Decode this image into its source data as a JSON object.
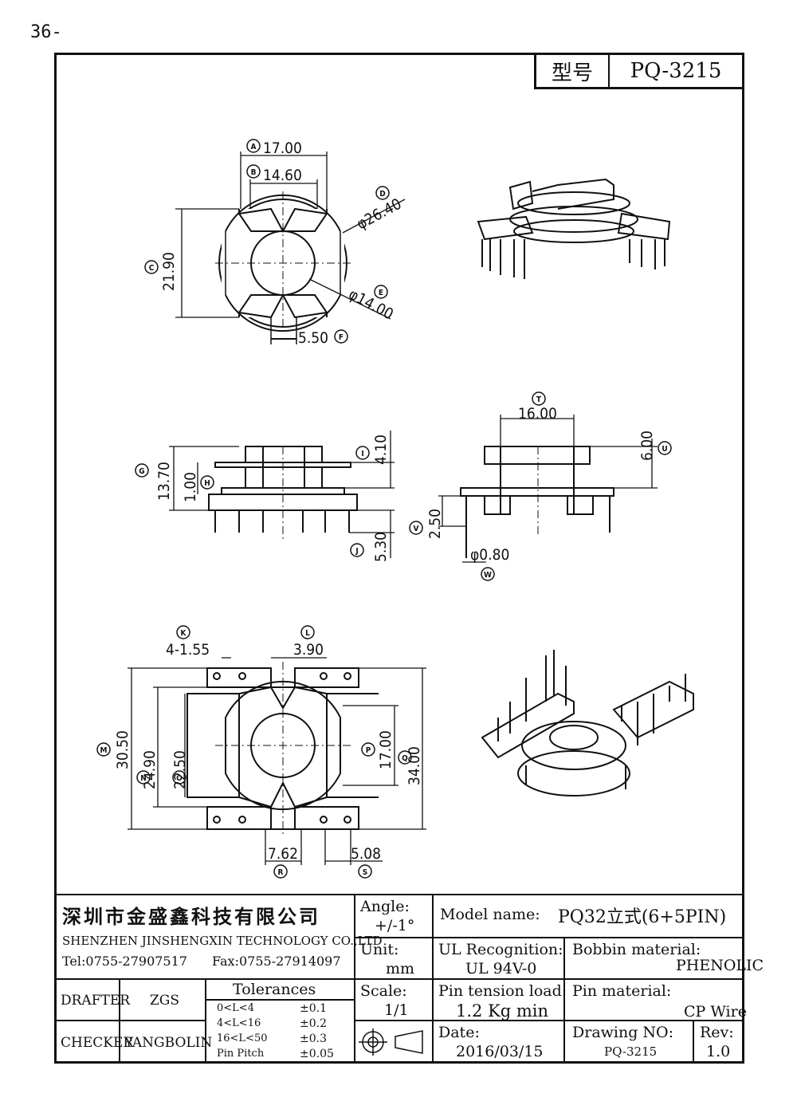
{
  "page_number": "36-",
  "header": {
    "type_label": "型号",
    "model": "PQ-3215"
  },
  "dimensions": {
    "A": "17.00",
    "B": "14.60",
    "C": "21.90",
    "D": "φ26.40",
    "E": "φ14.00",
    "F": "5.50",
    "G": "13.70",
    "H": "1.00",
    "I": "4.10",
    "J": "5.30",
    "T": "16.00",
    "U": "6.00",
    "V": "2.50",
    "W": "φ0.80",
    "K": "4-1.55",
    "L": "3.90",
    "M": "30.50",
    "N": "24.90",
    "O": "22.50",
    "P": "17.00",
    "Q": "34.00",
    "R": "7.62",
    "S": "5.08"
  },
  "title_block": {
    "company_cn": "深圳市金盛鑫科技有限公司",
    "company_en": "SHENZHEN JINSHENGXIN TECHNOLOGY CO.,LTD",
    "tel": "Tel:0755-27907517",
    "fax": "Fax:0755-27914097",
    "angle_label": "Angle:",
    "angle_value": "+/-1°",
    "unit_label": "Unit:",
    "unit_value": "mm",
    "scale_label": "Scale:",
    "scale_value": "1/1",
    "model_name_label": "Model name:",
    "model_name_value": "PQ32立式(6+5PIN)",
    "ul_label": "UL Recognition:",
    "ul_value": "UL 94V-0",
    "bobbin_label": "Bobbin material:",
    "bobbin_value": "PHENOLIC",
    "pin_tension_label": "Pin tension load:",
    "pin_tension_value": "1.2 Kg min",
    "pin_material_label": "Pin material:",
    "pin_material_value": "CP Wire",
    "drafter_label": "DRAFTER",
    "drafter_value": "ZGS",
    "checker_label": "CHECKER",
    "checker_value": "YANGBOLIN",
    "tolerances_label": "Tolerances",
    "tolerances": [
      {
        "range": "0<L<4",
        "value": "±0.1"
      },
      {
        "range": "4<L<16",
        "value": "±0.2"
      },
      {
        "range": "16<L<50",
        "value": "±0.3"
      },
      {
        "range": "Pin Pitch",
        "value": "±0.05"
      }
    ],
    "date_label": "Date:",
    "date_value": "2016/03/15",
    "drawing_no_label": "Drawing NO:",
    "drawing_no_value": "PQ-3215",
    "rev_label": "Rev:",
    "rev_value": "1.0"
  }
}
